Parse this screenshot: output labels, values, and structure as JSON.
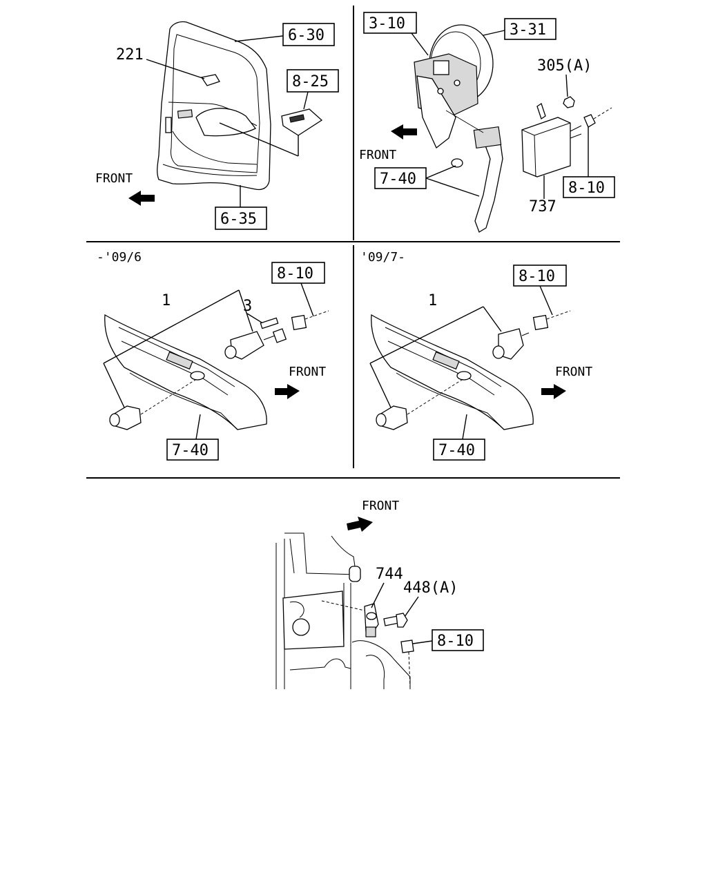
{
  "panels": {
    "door": {
      "refs": {
        "ref_6_30": "6-30",
        "ref_8_25": "8-25",
        "ref_6_35": "6-35"
      },
      "part_221": "221",
      "front": "FRONT"
    },
    "engine": {
      "refs": {
        "ref_3_10": "3-10",
        "ref_3_31": "3-31",
        "ref_7_40": "7-40",
        "ref_8_10": "8-10"
      },
      "part_305": "305(A)",
      "part_737": "737",
      "front": "FRONT"
    },
    "left_switch": {
      "period": "-'09/6",
      "part_1": "1",
      "part_3": "3",
      "refs": {
        "ref_8_10": "8-10",
        "ref_7_40": "7-40"
      },
      "front": "FRONT"
    },
    "right_switch": {
      "period": "'09/7-",
      "part_1": "1",
      "refs": {
        "ref_8_10": "8-10",
        "ref_7_40": "7-40"
      },
      "front": "FRONT"
    },
    "bottom": {
      "front": "FRONT",
      "part_744": "744",
      "part_448": "448(A)",
      "refs": {
        "ref_8_10": "8-10"
      }
    }
  },
  "colors": {
    "line": "#000000",
    "background": "#ffffff",
    "shade": "#d8d8d8"
  }
}
